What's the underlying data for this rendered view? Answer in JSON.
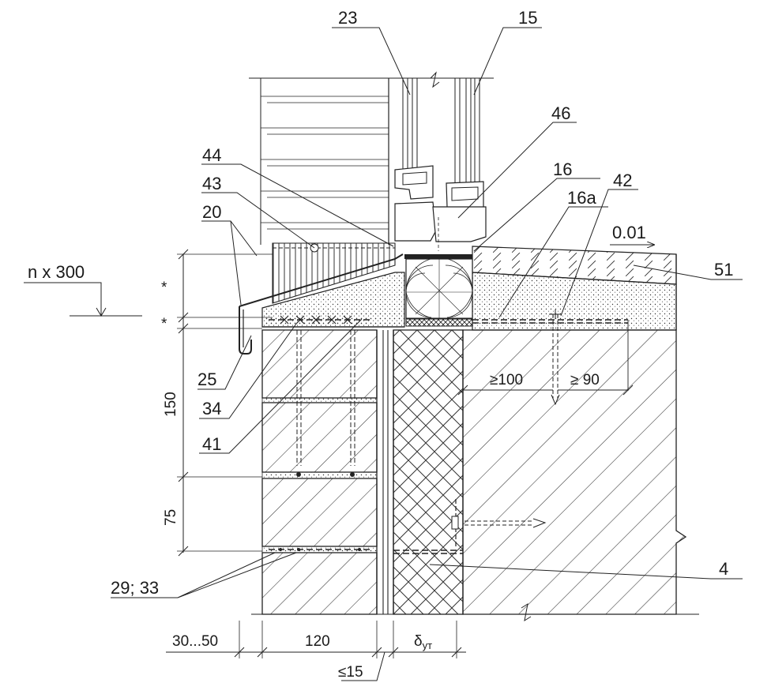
{
  "callouts": {
    "c23": "23",
    "c15": "15",
    "c46": "46",
    "c16": "16",
    "c16a": "16a",
    "c42": "42",
    "c44": "44",
    "c43": "43",
    "c20": "20",
    "c51": "51",
    "c25": "25",
    "c34": "34",
    "c41": "41",
    "c4": "4",
    "c2933": "29; 33"
  },
  "dimensions": {
    "nx300": "n x 300",
    "slope": "0.01",
    "d150": "150",
    "d75": "75",
    "ge100": "≥100",
    "ge90": "≥ 90",
    "d3050": "30...50",
    "d120": "120",
    "le15": "≤15",
    "delta": "δ",
    "delta_sub": "ут",
    "star1": "*",
    "star2": "*"
  }
}
